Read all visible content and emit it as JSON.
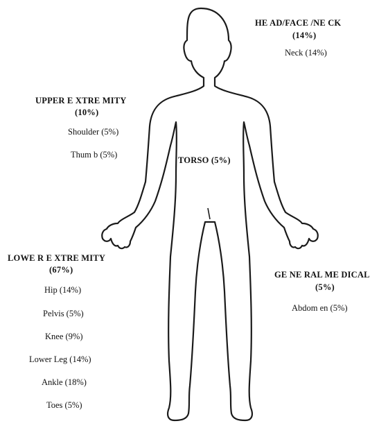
{
  "colors": {
    "outline": "#1a1a1a",
    "background": "#ffffff",
    "text": "#111111"
  },
  "regions": {
    "head_face_neck": {
      "title": "HE AD/FACE /NE CK",
      "percent": "(14%)",
      "items": [
        "Neck (14%)"
      ]
    },
    "upper_extremity": {
      "title": "UPPER E XTRE MITY",
      "percent": "(10%)",
      "items": [
        "Shoulder (5%)",
        "Thum b (5%)"
      ]
    },
    "torso": {
      "title": "TORSO (5%)"
    },
    "lower_extremity": {
      "title": "LOWE R E XTRE MITY",
      "percent": "(67%)",
      "items": [
        "Hip (14%)",
        "Pelvis (5%)",
        "Knee (9%)",
        "Lower Leg (14%)",
        "Ankle (18%)",
        "Toes (5%)"
      ]
    },
    "general_medical": {
      "title": "GE NE RAL ME DICAL",
      "percent": "(5%)",
      "items": [
        "Abdom en (5%)"
      ]
    }
  }
}
